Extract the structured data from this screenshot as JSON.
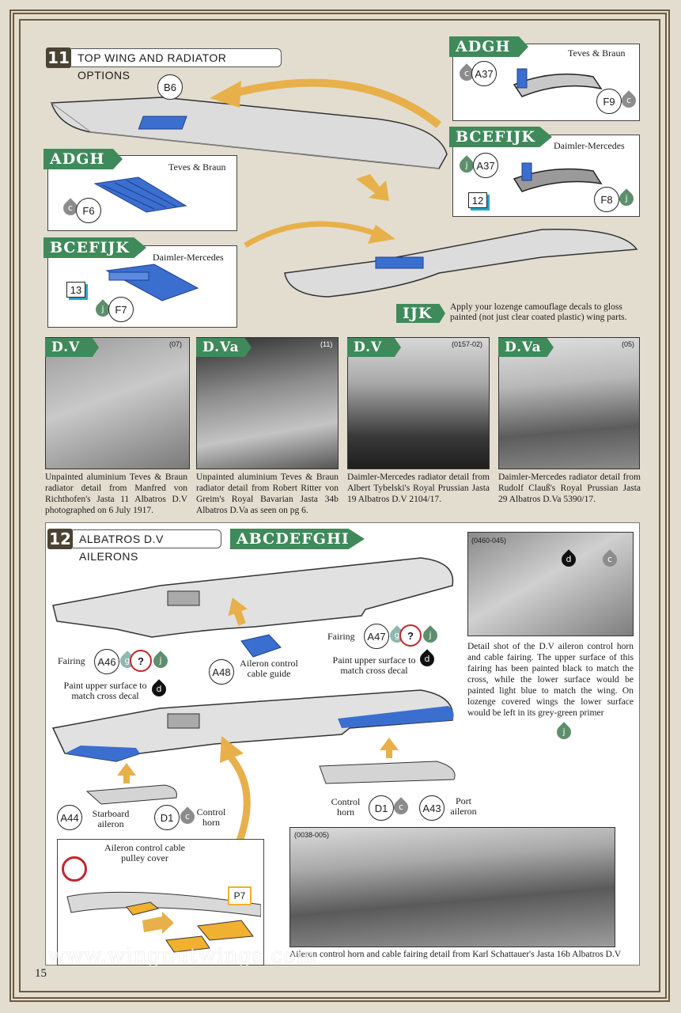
{
  "step11": {
    "number": "11",
    "title": "TOP WING AND RADIATOR OPTIONS",
    "part_b6": "B6",
    "adgh_tag": "ADGH",
    "adgh_desc": "Teves & Braun",
    "adgh_part": "F6",
    "bcefijk_tag": "BCEFIJK",
    "bcefijk_desc": "Daimler-Mercedes",
    "bcefijk_decal": "13",
    "bcefijk_part": "F7",
    "inset1_tag": "ADGH",
    "inset1_desc": "Teves & Braun",
    "inset1_a": "A37",
    "inset1_f": "F9",
    "inset2_tag": "BCEFIJK",
    "inset2_desc": "Daimler-Mercedes",
    "inset2_a": "A37",
    "inset2_decal": "12",
    "inset2_f": "F8",
    "ijk_tag": "IJK",
    "ijk_note": "Apply your lozenge camouflage decals to gloss painted (not just clear coated plastic) wing parts."
  },
  "photos": [
    {
      "tag": "D.V",
      "ref": "(07)",
      "caption": "Unpainted aluminium Teves & Braun radiator detail from Manfred von Richthofen's Jasta 11 Albatros D.V photographed on 6 July 1917."
    },
    {
      "tag": "D.Va",
      "ref": "(11)",
      "caption": "Unpainted aluminium Teves & Braun radiator detail from Robert Ritter von Greim's Royal Bavarian Jasta 34b Albatros D.Va as seen on pg 6."
    },
    {
      "tag": "D.V",
      "ref": "(0157-02)",
      "caption": "Daimler-Mercedes radiator detail from Albert Tybelski's Royal Prussian Jasta 19 Albatros D.V 2104/17."
    },
    {
      "tag": "D.Va",
      "ref": "(05)",
      "caption": "Daimler-Mercedes radiator detail from Rudolf Clauß's Royal Prussian Jasta 29 Albatros D.Va 5390/17."
    }
  ],
  "step12": {
    "number": "12",
    "title": "ALBATROS D.V AILERONS",
    "tag": "ABCDEFGHI",
    "fairing_left": "Fairing",
    "a46": "A46",
    "paint_left": "Paint upper surface to match cross decal",
    "a48": "A48",
    "a48_label": "Aileron control cable guide",
    "fairing_right": "Fairing",
    "a47": "A47",
    "paint_right": "Paint upper surface to match cross decal",
    "a44": "A44",
    "starboard": "Starboard aileron",
    "d1_left": "D1",
    "control_horn_left": "Control horn",
    "control_horn_right": "Control horn",
    "d1_right": "D1",
    "a43": "A43",
    "port": "Port aileron",
    "pulley_title": "Aileron control cable pulley cover",
    "p7": "P7",
    "photo_right_ref": "(0460-045)",
    "photo_right_caption": "Detail shot of the D.V aileron control horn and cable fairing. The upper surface of this fairing has been painted black to match the cross, while the lower surface would be painted light blue to match the wing. On lozenge covered wings the lower surface would be left in its grey-green primer",
    "photo_bottom_ref": "(0038-005)",
    "photo_bottom_caption": "Aileron control horn and cable fairing detail from Karl Schattauer's Jasta 16b Albatros D.V"
  },
  "colors": {
    "c": "#8c8c8c",
    "g": "#8fb8b0",
    "j": "#5e8f6c",
    "d": "#111111",
    "q": "#c0282d"
  },
  "page": {
    "number": "15",
    "watermark": "www.wingnutwings.com"
  }
}
